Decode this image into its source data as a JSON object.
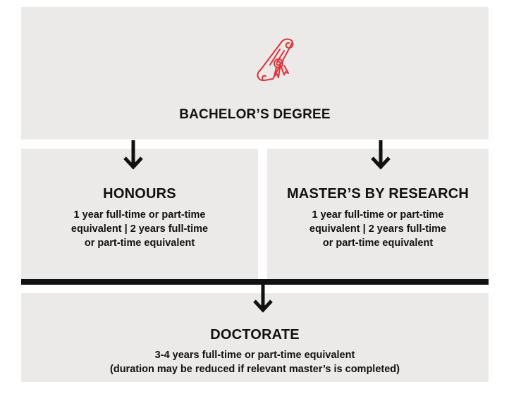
{
  "accent_color": "#e0303a",
  "icons": {
    "diploma": "diploma-scroll-icon",
    "arrow": "arrow-down-icon"
  },
  "bachelor": {
    "title": "BACHELOR’S DEGREE"
  },
  "honours": {
    "title": "HONOURS",
    "desc_lines": [
      "1 year full-time or part-time",
      "equivalent | 2 years full-time",
      "or part-time equivalent"
    ]
  },
  "masters": {
    "title": "MASTER’S BY RESEARCH",
    "desc_lines": [
      "1 year full-time or part-time",
      "equivalent | 2 years full-time",
      "or part-time equivalent"
    ]
  },
  "doctorate": {
    "title": "DOCTORATE",
    "desc_lines": [
      "3-4 years full-time or part-time equivalent",
      "(duration may be reduced if relevant master’s is completed)"
    ]
  }
}
